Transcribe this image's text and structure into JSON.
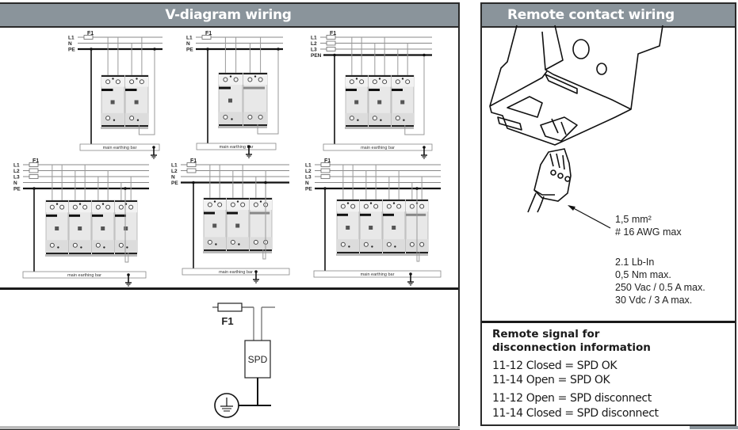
{
  "panels": {
    "v_diagram": {
      "title": "V-diagram wiring",
      "diagrams": [
        {
          "lines": [
            "L1",
            "N",
            "PE"
          ],
          "fuse": "F1",
          "modules": 2,
          "bar_label": "main earthing bar"
        },
        {
          "lines": [
            "L1",
            "N",
            "PE"
          ],
          "fuse": "F1",
          "modules": 2,
          "bar_label": "main earthing bar"
        },
        {
          "lines": [
            "L1",
            "L2",
            "L3",
            "PEN"
          ],
          "fuse": "F1",
          "modules": 3,
          "bar_label": "main earthing bar"
        },
        {
          "lines": [
            "L1",
            "L2",
            "L3",
            "N",
            "PE"
          ],
          "fuse": "F1",
          "modules": 4,
          "bar_label": "main earthing bar"
        },
        {
          "lines": [
            "L1",
            "L2",
            "N",
            "PE"
          ],
          "fuse": "F1",
          "modules": 3,
          "bar_label": "main earthing bar"
        },
        {
          "lines": [
            "L1",
            "L2",
            "L3",
            "N",
            "PE"
          ],
          "fuse": "F1",
          "modules": 4,
          "bar_label": "main earthing bar"
        }
      ],
      "schematic": {
        "fuse_label": "F1",
        "device_label": "SPD"
      }
    },
    "remote_contact": {
      "title": "Remote contact wiring",
      "specs": {
        "wire_size": "1,5 mm²",
        "awg": "# 16 AWG max",
        "torque_lbin": "2.1 Lb-In",
        "torque_nm": "0,5 Nm max.",
        "ac_rating": "250 Vac / 0.5 A max.",
        "dc_rating": "30 Vdc / 3 A max."
      },
      "signal": {
        "title_line1": "Remote signal for",
        "title_line2": "disconnection information",
        "states": [
          "11-12 Closed = SPD OK",
          "11-14 Open = SPD OK",
          "11-12 Open = SPD disconnect",
          "11-14 Closed = SPD disconnect"
        ]
      }
    }
  }
}
